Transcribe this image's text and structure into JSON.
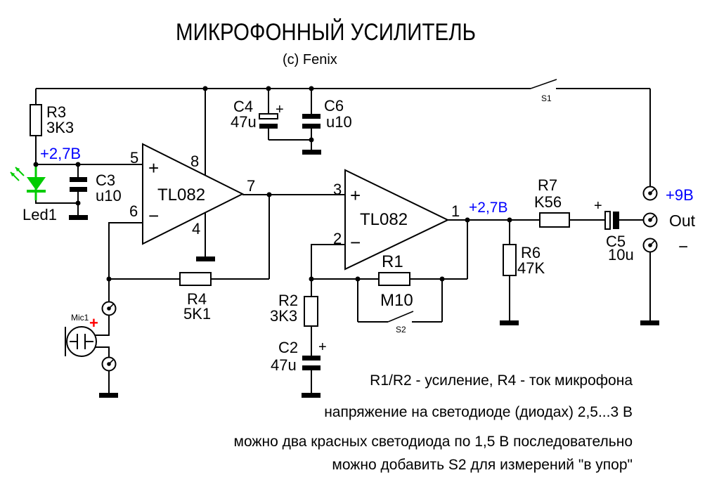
{
  "header": {
    "title": "МИКРОФОННЫЙ УСИЛИТЕЛЬ",
    "credit": "(c) Fenix"
  },
  "colors": {
    "wire": "#000000",
    "annotation_blue": "#0000ff",
    "led_green": "#00cc00",
    "mic_plus_red": "#ff0000",
    "background": "#ffffff"
  },
  "opamps": {
    "a": {
      "part": "TL082",
      "pin_in_plus": "5",
      "pin_in_minus": "6",
      "pin_out": "7",
      "pin_vcc": "8",
      "pin_gnd": "4",
      "plus": "+",
      "minus": "−"
    },
    "b": {
      "part": "TL082",
      "pin_in_plus": "3",
      "pin_in_minus": "2",
      "pin_out": "1",
      "plus": "+",
      "minus": "−"
    }
  },
  "parts": {
    "r3": {
      "ref": "R3",
      "value": "3K3"
    },
    "r4": {
      "ref": "R4",
      "value": "5K1"
    },
    "r1": {
      "ref": "R1",
      "value": "M10"
    },
    "r2": {
      "ref": "R2",
      "value": "3K3"
    },
    "r6": {
      "ref": "R6",
      "value": "47K"
    },
    "r7": {
      "ref": "R7",
      "value": "K56"
    },
    "c2": {
      "ref": "C2",
      "value": "47u",
      "plus": "+"
    },
    "c3": {
      "ref": "C3",
      "value": "u10"
    },
    "c4": {
      "ref": "C4",
      "value": "47u",
      "plus": "+"
    },
    "c5": {
      "ref": "C5",
      "value": "10u",
      "plus": "+"
    },
    "c6": {
      "ref": "C6",
      "value": "u10"
    },
    "led1": {
      "ref": "Led1"
    },
    "mic1": {
      "ref": "Mic1",
      "plus": "+"
    },
    "s1": {
      "ref": "S1"
    },
    "s2": {
      "ref": "S2"
    }
  },
  "nodes": {
    "opamp1_bias": "+2,7В",
    "opamp2_out": "+2,7В",
    "supply": "+9В",
    "output": "Out",
    "output_minus": "−"
  },
  "notes": [
    "R1/R2 - усиление, R4 - ток микрофона",
    "напряжение на светодиоде (диодах) 2,5...3 В",
    "можно два красных светодиода по 1,5 В последовательно",
    "можно добавить S2 для измерений \"в упор\""
  ]
}
